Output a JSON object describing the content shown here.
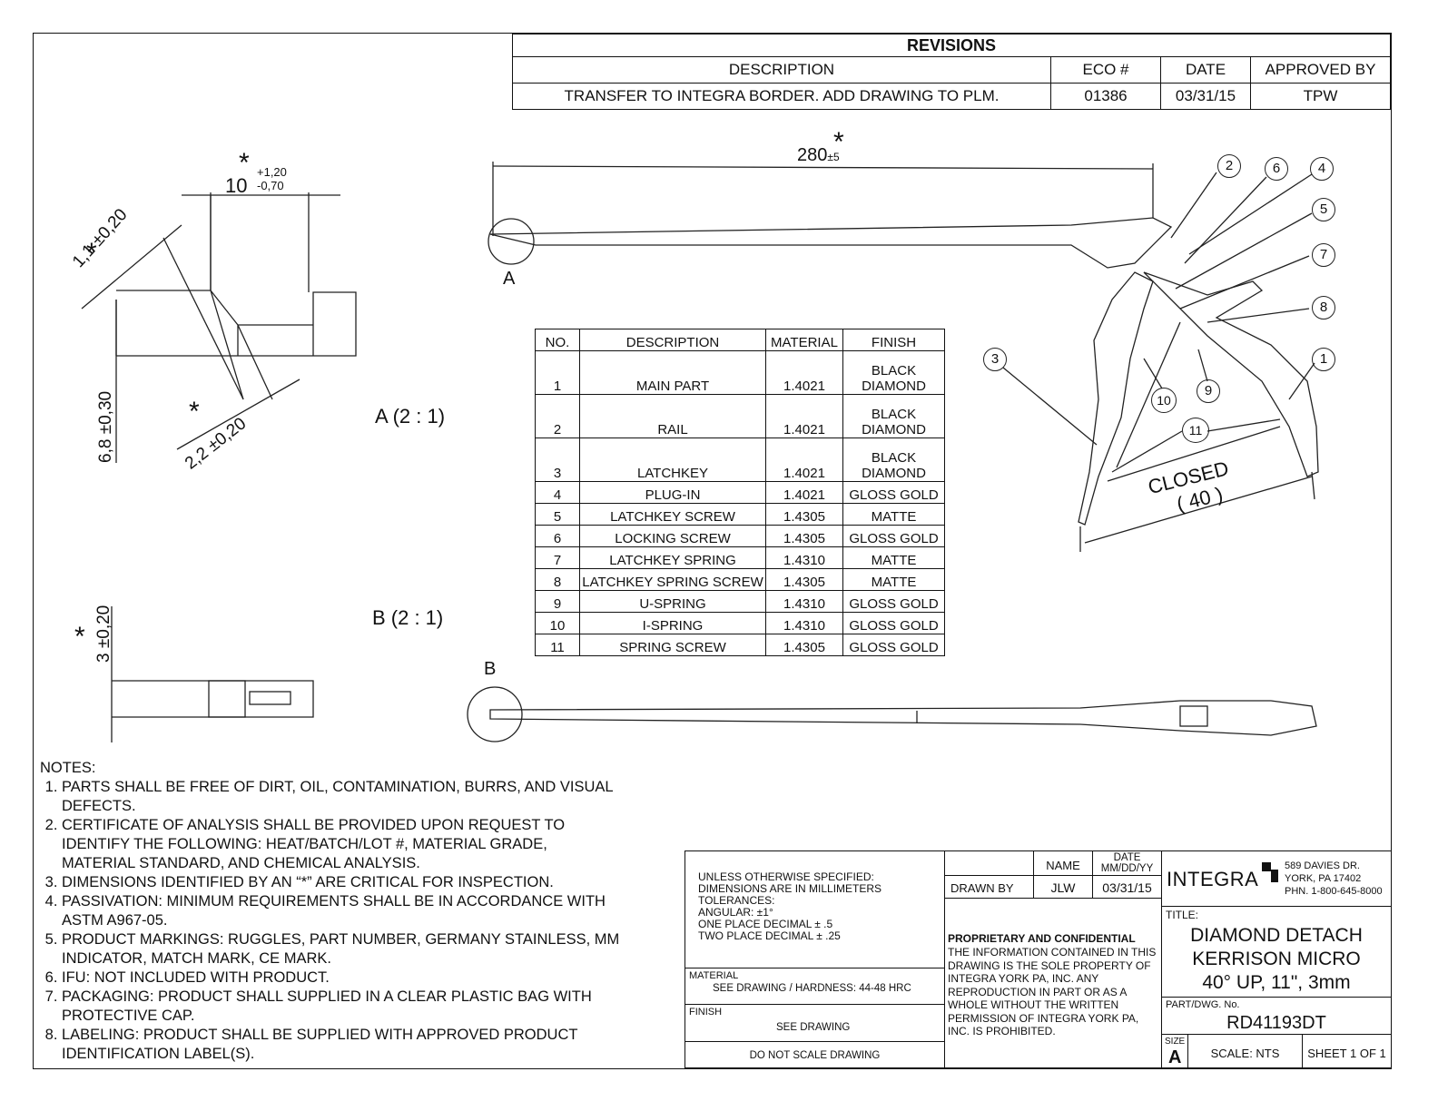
{
  "revisions": {
    "title": "REVISIONS",
    "headers": [
      "DESCRIPTION",
      "ECO #",
      "DATE",
      "APPROVED BY"
    ],
    "rows": [
      [
        "TRANSFER TO INTEGRA BORDER. ADD DRAWING TO PLM.",
        "01386",
        "03/31/15",
        "TPW"
      ]
    ]
  },
  "bom": {
    "headers": [
      "NO.",
      "DESCRIPTION",
      "MATERIAL",
      "FINISH"
    ],
    "rows": [
      {
        "no": "1",
        "desc": "MAIN PART",
        "mat": "1.4021",
        "fin1": "BLACK",
        "fin2": "DIAMOND"
      },
      {
        "no": "2",
        "desc": "RAIL",
        "mat": "1.4021",
        "fin1": "BLACK",
        "fin2": "DIAMOND"
      },
      {
        "no": "3",
        "desc": "LATCHKEY",
        "mat": "1.4021",
        "fin1": "BLACK",
        "fin2": "DIAMOND"
      },
      {
        "no": "4",
        "desc": "PLUG-IN",
        "mat": "1.4021",
        "fin": "GLOSS GOLD"
      },
      {
        "no": "5",
        "desc": "LATCHKEY SCREW",
        "mat": "1.4305",
        "fin": "MATTE"
      },
      {
        "no": "6",
        "desc": "LOCKING SCREW",
        "mat": "1.4305",
        "fin": "GLOSS GOLD"
      },
      {
        "no": "7",
        "desc": "LATCHKEY SPRING",
        "mat": "1.4310",
        "fin": "MATTE"
      },
      {
        "no": "8",
        "desc": "LATCHKEY SPRING SCREW",
        "mat": "1.4305",
        "fin": "MATTE"
      },
      {
        "no": "9",
        "desc": "U-SPRING",
        "mat": "1.4310",
        "fin": "GLOSS GOLD"
      },
      {
        "no": "10",
        "desc": "I-SPRING",
        "mat": "1.4310",
        "fin": "GLOSS GOLD"
      },
      {
        "no": "11",
        "desc": "SPRING SCREW",
        "mat": "1.4305",
        "fin": "GLOSS GOLD"
      }
    ]
  },
  "drawing": {
    "overall_length": "280",
    "overall_tol": "±5",
    "asterisk": "*",
    "dim_10": "10",
    "dim_10_tol_up": "+1,20",
    "dim_10_tol_low": "-0,70",
    "dim_1_1": "1,1 ±0,20",
    "dim_6_8": "6,8 ±0,30",
    "dim_2_2": "2,2 ±0,20",
    "dim_3": "3 ±0,20",
    "view_a_label": "A (2 : 1)",
    "view_b_label": "B (2 : 1)",
    "detail_a": "A",
    "detail_b": "B",
    "closed_label": "CLOSED",
    "closed_dim": "( 40 )",
    "balloons": [
      "1",
      "2",
      "3",
      "4",
      "5",
      "6",
      "7",
      "8",
      "9",
      "10",
      "11"
    ]
  },
  "notes": {
    "title": "NOTES:",
    "items": [
      "PARTS SHALL BE FREE OF DIRT, OIL, CONTAMINATION, BURRS, AND VISUAL DEFECTS.",
      "CERTIFICATE OF ANALYSIS SHALL BE PROVIDED UPON REQUEST TO IDENTIFY THE FOLLOWING: HEAT/BATCH/LOT #, MATERIAL GRADE, MATERIAL STANDARD, AND CHEMICAL ANALYSIS.",
      "DIMENSIONS IDENTIFIED BY AN “*” ARE CRITICAL FOR INSPECTION.",
      "PASSIVATION: MINIMUM REQUIREMENTS SHALL BE IN ACCORDANCE WITH ASTM A967-05.",
      "PRODUCT MARKINGS: RUGGLES, PART NUMBER, GERMANY STAINLESS, MM INDICATOR, MATCH MARK, CE MARK.",
      "IFU: NOT INCLUDED WITH PRODUCT.",
      "PACKAGING: PRODUCT SHALL SUPPLIED IN A CLEAR PLASTIC BAG WITH PROTECTIVE CAP.",
      "LABELING: PRODUCT SHALL BE SUPPLIED WITH APPROVED PRODUCT IDENTIFICATION LABEL(S)."
    ]
  },
  "titleblock": {
    "tolerances": "UNLESS OTHERWISE SPECIFIED:\nDIMENSIONS ARE IN MILLIMETERS\nTOLERANCES:\nANGULAR: ±1°\nONE PLACE DECIMAL ± .5\nTWO PLACE DECIMAL ± .25",
    "material_label": "MATERIAL",
    "material_value": "SEE DRAWING / HARDNESS: 44-48 HRC",
    "finish_label": "FINISH",
    "finish_value": "SEE DRAWING",
    "do_not_scale": "DO NOT SCALE DRAWING",
    "name_hdr": "NAME",
    "date_hdr": "DATE\nMM/DD/YY",
    "drawn_by_label": "DRAWN BY",
    "drawn_by_name": "JLW",
    "drawn_by_date": "03/31/15",
    "prop_title": "PROPRIETARY AND CONFIDENTIAL",
    "prop_text": "THE INFORMATION CONTAINED IN THIS DRAWING IS THE SOLE PROPERTY OF INTEGRA YORK PA, INC. ANY REPRODUCTION IN PART OR AS A WHOLE WITHOUT THE WRITTEN PERMISSION OF INTEGRA YORK PA, INC. IS PROHIBITED.",
    "company": "INTEGRA",
    "address1": "589 DAVIES DR.",
    "address2": "YORK, PA 17402",
    "phone": "PHN. 1-800-645-8000",
    "title_label": "TITLE:",
    "title_line1": "DIAMOND DETACH",
    "title_line2": "KERRISON MICRO",
    "title_line3": "40° UP, 11\", 3mm",
    "part_label": "PART/DWG. No.",
    "part_no": "RD41193DT",
    "size_label": "SIZE",
    "size_value": "A",
    "scale": "SCALE: NTS",
    "sheet": "SHEET 1 OF 1"
  }
}
